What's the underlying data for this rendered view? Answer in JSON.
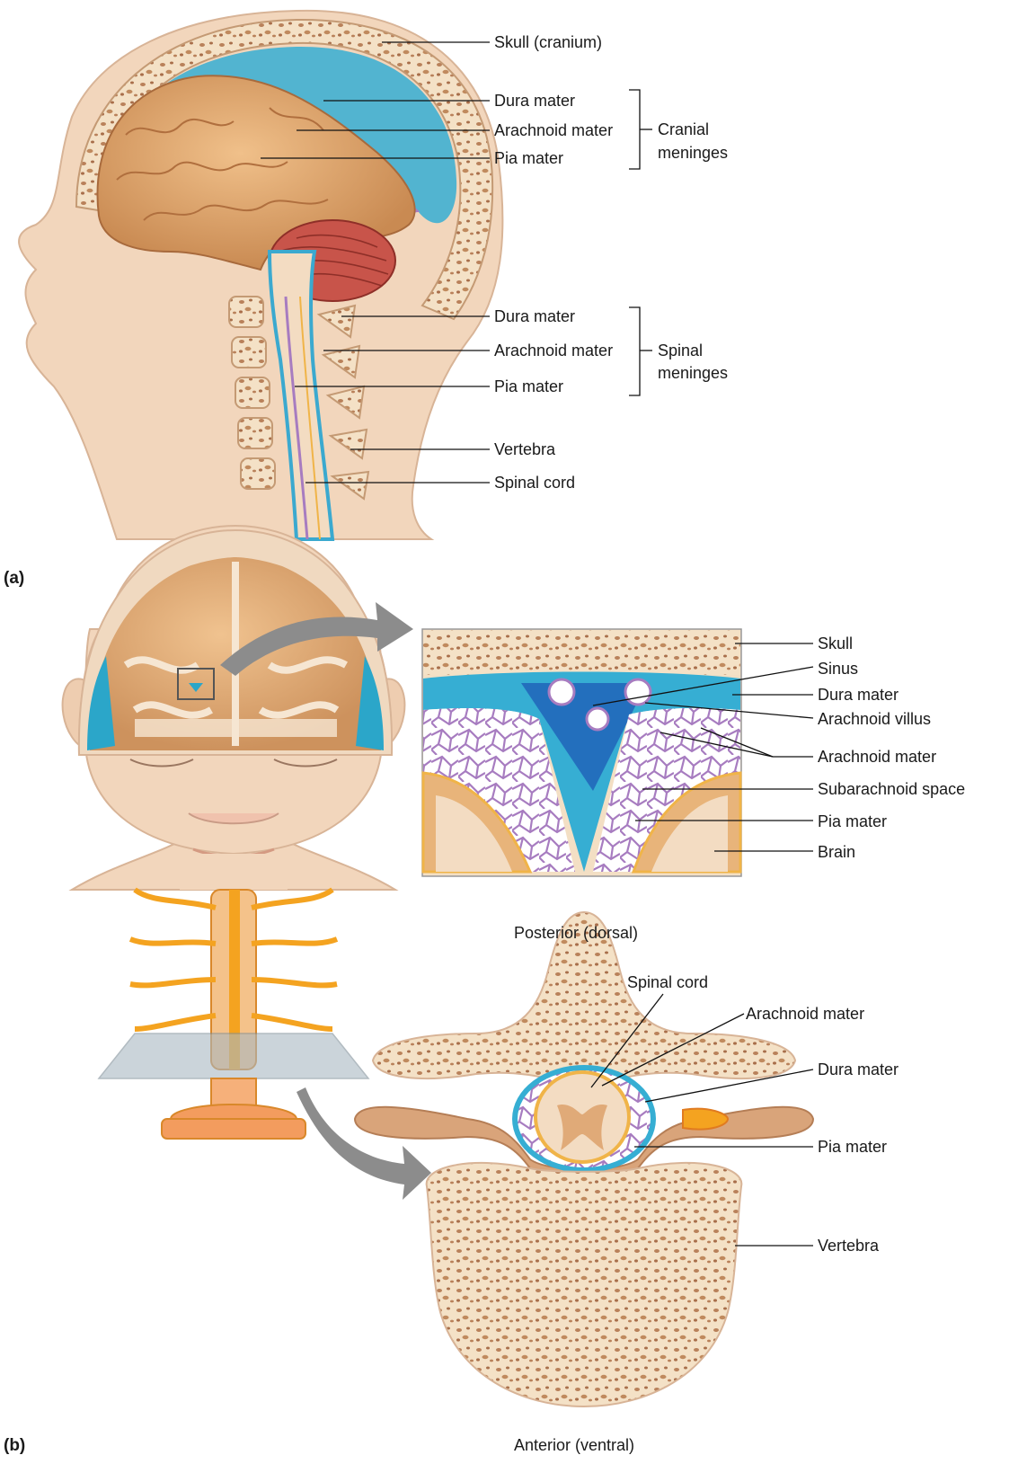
{
  "panel_a": {
    "tag": "(a)",
    "labels": {
      "skull": "Skull (cranium)",
      "dura_cranial": "Dura mater",
      "arachnoid_cranial": "Arachnoid mater",
      "pia_cranial": "Pia mater",
      "cranial_group_line1": "Cranial",
      "cranial_group_line2": "meninges",
      "dura_spinal": "Dura mater",
      "arachnoid_spinal": "Arachnoid mater",
      "pia_spinal": "Pia mater",
      "spinal_group_line1": "Spinal",
      "spinal_group_line2": "meninges",
      "vertebra": "Vertebra",
      "spinal_cord": "Spinal cord"
    }
  },
  "panel_b": {
    "tag": "(b)",
    "inset_labels": {
      "skull": "Skull",
      "sinus": "Sinus",
      "dura": "Dura mater",
      "villus": "Arachnoid villus",
      "arachnoid": "Arachnoid mater",
      "subarachnoid": "Subarachnoid space",
      "pia": "Pia mater",
      "brain": "Brain"
    },
    "cross_section_labels": {
      "posterior": "Posterior (dorsal)",
      "anterior": "Anterior (ventral)",
      "spinal_cord": "Spinal cord",
      "arachnoid": "Arachnoid mater",
      "dura": "Dura mater",
      "pia": "Pia mater",
      "vertebra": "Vertebra"
    }
  },
  "colors": {
    "dura": "#2ba6c9",
    "arachnoid": "#a77cc0",
    "pia": "#f0b448",
    "skin": "#f2d6bc",
    "bone": "#f4e1c6",
    "brain": "#d99a62",
    "nerve": "#f4a320"
  }
}
